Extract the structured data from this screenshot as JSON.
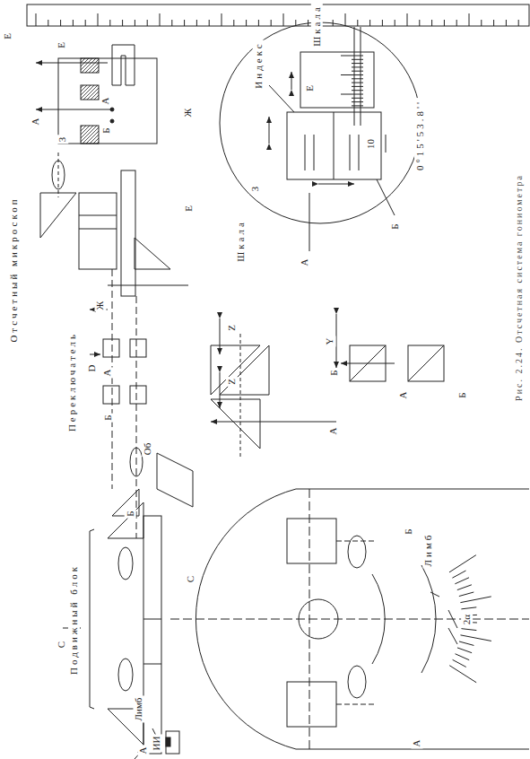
{
  "diagram": {
    "caption": "Рис. 2.24. Отсчетная система гониометра",
    "labels": [
      "Отсчетный микроскоп",
      "Переключатель",
      "Подвижный блок",
      "Лимб",
      "ИИ",
      "А",
      "Б",
      "С",
      "D",
      "Об",
      "Шкала",
      "Е",
      "Ж",
      "Е",
      "Е",
      "А",
      "Б",
      "Ж",
      "З",
      "А",
      "Шкала",
      "Индекс",
      "Е",
      "10",
      "З",
      "А",
      "Б",
      "0°15'53.8''",
      "А",
      "Б",
      "Z",
      "Z",
      "Y",
      "А",
      "Б",
      "С",
      "Б",
      "А",
      "Лимб",
      "2α",
      "А",
      "Б"
    ]
  }
}
